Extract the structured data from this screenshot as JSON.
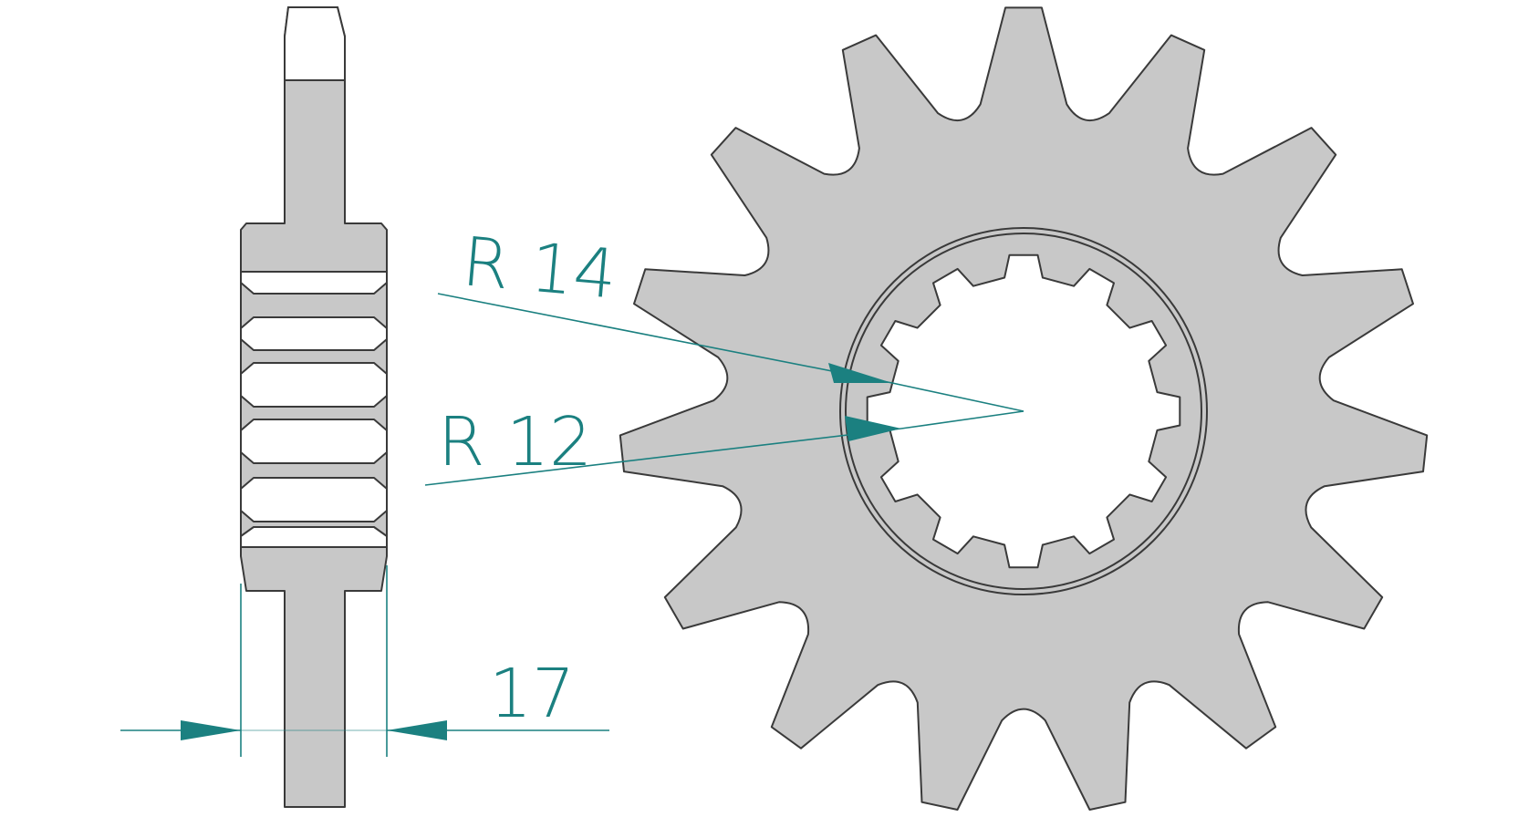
{
  "colors": {
    "part_fill": "#c8c8c8",
    "part_outline": "#3a3a3a",
    "highlight_fill": "#ffffff",
    "dimension": "#1b8080",
    "background": "#ffffff"
  },
  "sprocket": {
    "teeth": 15,
    "inner_splines": 12
  },
  "dimensions": {
    "outer_radius": "R 14",
    "inner_radius": "R 12",
    "width": "17"
  }
}
